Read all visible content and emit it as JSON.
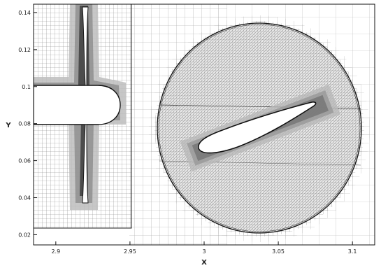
{
  "figure": {
    "x_axis": {
      "label": "X",
      "ticks": [
        {
          "value": 2.9,
          "label": "2.9"
        },
        {
          "value": 2.95,
          "label": "2.95"
        },
        {
          "value": 3.0,
          "label": "3"
        },
        {
          "value": 3.05,
          "label": "3.05"
        },
        {
          "value": 3.1,
          "label": "3.1"
        }
      ],
      "range": [
        2.885,
        3.115
      ]
    },
    "y_axis": {
      "label": "Y",
      "ticks": [
        {
          "value": 0.02,
          "label": "0.02"
        },
        {
          "value": 0.04,
          "label": "0.04"
        },
        {
          "value": 0.06,
          "label": "0.06"
        },
        {
          "value": 0.08,
          "label": "0.08"
        },
        {
          "value": 0.1,
          "label": "0.1"
        },
        {
          "value": 0.12,
          "label": "0.12"
        },
        {
          "value": 0.14,
          "label": "0.14"
        }
      ],
      "range": [
        0.0145,
        0.1445
      ]
    },
    "colors": {
      "mesh": "#6f6f6f",
      "refined": "#9a9a9a",
      "dark_region": "#4c4c4c",
      "body": "#ffffff",
      "outline": "#111111"
    }
  }
}
